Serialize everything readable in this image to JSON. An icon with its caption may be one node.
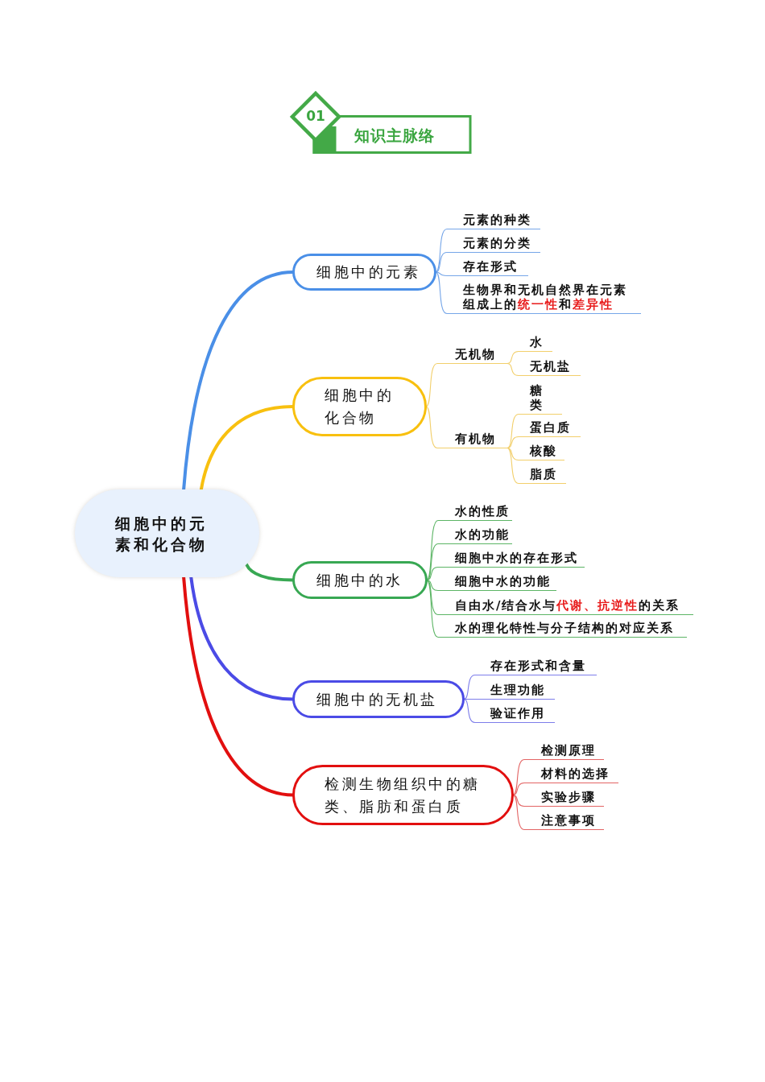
{
  "diagram": {
    "title": "知识主脉络",
    "labels": [
      "01"
    ],
    "nodes": [
      {
        "text": [
          "细胞中的元素和化合物"
        ]
      },
      {
        "text": [
          "细胞中的元素"
        ]
      },
      {
        "text": [
          "元素的种类"
        ]
      },
      {
        "text": [
          "元素的分类"
        ]
      },
      {
        "text": [
          "存在形式"
        ]
      },
      {
        "text": [
          "生物界和无机自然界在元素组成上的**统一性**和**差异性**"
        ]
      },
      {
        "text": [
          "细胞中的化合物"
        ]
      },
      {
        "text": [
          "无机物"
        ]
      },
      {
        "text": [
          "水"
        ]
      },
      {
        "text": [
          "无机盐"
        ]
      },
      {
        "text": [
          "有机物"
        ]
      },
      {
        "text": [
          "糖类"
        ]
      },
      {
        "text": [
          "蛋白质"
        ]
      },
      {
        "text": [
          "核酸"
        ]
      },
      {
        "text": [
          "脂质"
        ]
      },
      {
        "text": [
          "细胞中的水"
        ]
      },
      {
        "text": [
          "水的性质"
        ]
      },
      {
        "text": [
          "水的功能"
        ]
      },
      {
        "text": [
          "细胞中水的存在形式"
        ]
      },
      {
        "text": [
          "细胞中水的功能"
        ]
      },
      {
        "text": [
          "自由水/结合水与**代谢、抗逆性**的关系"
        ]
      },
      {
        "text": [
          "水的理化特性与分子结构的对应关系"
        ]
      },
      {
        "text": [
          "细胞中的无机盐"
        ]
      },
      {
        "text": [
          "存在形式和含量"
        ]
      },
      {
        "text": [
          "生理功能"
        ]
      },
      {
        "text": [
          "验证作用"
        ]
      },
      {
        "text": [
          "检测生物组织中的糖类、脂肪和蛋白质"
        ]
      },
      {
        "text": [
          "检测原理"
        ]
      },
      {
        "text": [
          "材料的选择"
        ]
      },
      {
        "text": [
          "实验步骤"
        ]
      },
      {
        "text": [
          "注意事项"
        ]
      }
    ],
    "edges": [
      {
        "from": 0,
        "to": 1,
        "arrow": "none",
        "style": "thick",
        "color": "#4a8fe7"
      },
      {
        "from": 1,
        "to": 2,
        "arrow": "none",
        "color": "#76a6e8"
      },
      {
        "from": 1,
        "to": 3,
        "arrow": "none",
        "color": "#76a6e8"
      },
      {
        "from": 1,
        "to": 4,
        "arrow": "none",
        "color": "#76a6e8"
      },
      {
        "from": 1,
        "to": 5,
        "arrow": "none",
        "color": "#76a6e8"
      },
      {
        "from": 0,
        "to": 6,
        "arrow": "none",
        "style": "thick",
        "color": "#f8c00f"
      },
      {
        "from": 6,
        "to": 7,
        "arrow": "none",
        "color": "#f2cf6b"
      },
      {
        "from": 7,
        "to": 8,
        "arrow": "none",
        "color": "#f2cf6b"
      },
      {
        "from": 7,
        "to": 9,
        "arrow": "none",
        "color": "#f2cf6b"
      },
      {
        "from": 6,
        "to": 10,
        "arrow": "none",
        "color": "#f2cf6b"
      },
      {
        "from": 10,
        "to": 11,
        "arrow": "none",
        "color": "#f2cf6b"
      },
      {
        "from": 10,
        "to": 12,
        "arrow": "none",
        "color": "#f2cf6b"
      },
      {
        "from": 10,
        "to": 13,
        "arrow": "none",
        "color": "#f2cf6b"
      },
      {
        "from": 10,
        "to": 14,
        "arrow": "none",
        "color": "#f2cf6b"
      },
      {
        "from": 0,
        "to": 15,
        "arrow": "none",
        "style": "thick",
        "color": "#38a853"
      },
      {
        "from": 15,
        "to": 16,
        "arrow": "none",
        "color": "#5cb565"
      },
      {
        "from": 15,
        "to": 17,
        "arrow": "none",
        "color": "#5cb565"
      },
      {
        "from": 15,
        "to": 18,
        "arrow": "none",
        "color": "#5cb565"
      },
      {
        "from": 15,
        "to": 19,
        "arrow": "none",
        "color": "#5cb565"
      },
      {
        "from": 15,
        "to": 20,
        "arrow": "none",
        "color": "#5cb565"
      },
      {
        "from": 15,
        "to": 21,
        "arrow": "none",
        "color": "#5cb565"
      },
      {
        "from": 0,
        "to": 22,
        "arrow": "none",
        "style": "thick",
        "color": "#4b4be6"
      },
      {
        "from": 22,
        "to": 23,
        "arrow": "none",
        "color": "#7d7dea"
      },
      {
        "from": 22,
        "to": 24,
        "arrow": "none",
        "color": "#7d7dea"
      },
      {
        "from": 22,
        "to": 25,
        "arrow": "none",
        "color": "#7d7dea"
      },
      {
        "from": 0,
        "to": 26,
        "arrow": "none",
        "style": "thick",
        "color": "#e20f0f"
      },
      {
        "from": 26,
        "to": 27,
        "arrow": "none",
        "color": "#e36464"
      },
      {
        "from": 26,
        "to": 28,
        "arrow": "none",
        "color": "#e36464"
      },
      {
        "from": 26,
        "to": 29,
        "arrow": "none",
        "color": "#e36464"
      },
      {
        "from": 26,
        "to": 30,
        "arrow": "none",
        "color": "#e36464"
      }
    ]
  }
}
